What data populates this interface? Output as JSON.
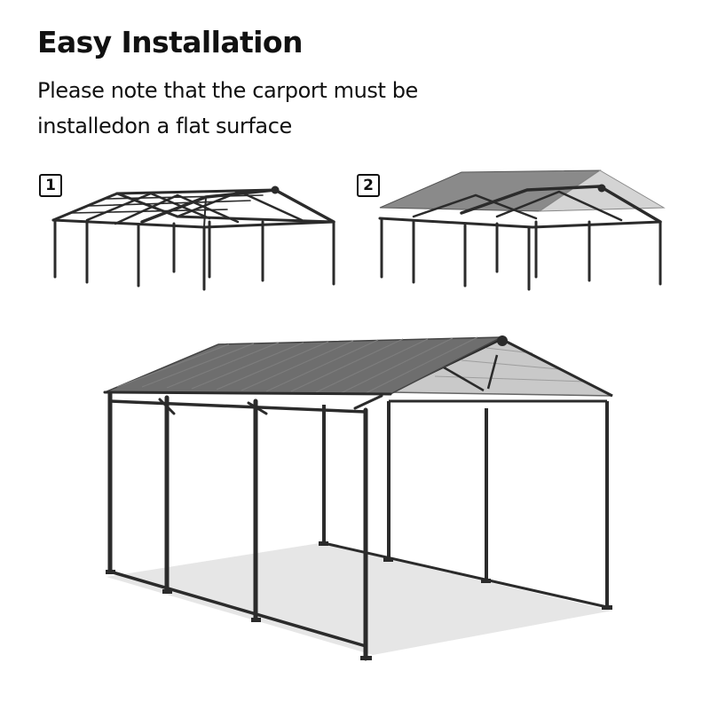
{
  "heading": {
    "title": "Easy Installation",
    "subtitle": "Please note that the carport must be installedon a flat surface"
  },
  "steps": [
    {
      "number": "1",
      "icon": "carport-frame-icon"
    },
    {
      "number": "2",
      "icon": "carport-frame-with-roof-icon"
    }
  ],
  "main_image": {
    "icon": "assembled-carport-illustration"
  },
  "colors": {
    "frame": "#2b2b2b",
    "roof": "#6e6e6e",
    "roof_under": "#c4c4c4",
    "shadow": "#e6e6e6",
    "text": "#111111"
  }
}
